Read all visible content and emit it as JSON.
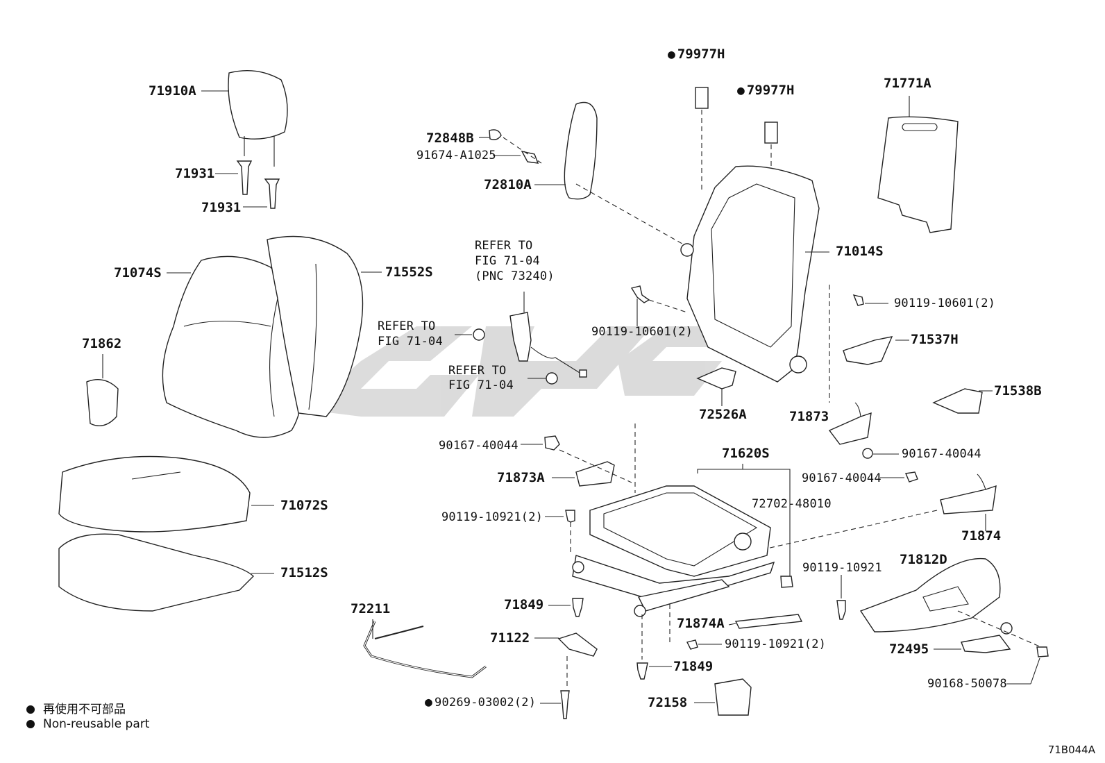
{
  "labels": {
    "l71910A": "71910A",
    "l71931a": "71931",
    "l71931b": "71931",
    "l71074S": "71074S",
    "l71552S": "71552S",
    "l71862": "71862",
    "l71072S": "71072S",
    "l71512S": "71512S",
    "l72848B": "72848B",
    "l91674": "91674-A1025",
    "l72810A": "72810A",
    "l79977Ha": "79977H",
    "l79977Hb": "79977H",
    "l71771A": "71771A",
    "l71014S": "71014S",
    "l90119_10601_r": "90119-10601(2)",
    "l90119_10601_c": "90119-10601(2)",
    "l71537H": "71537H",
    "l71538B": "71538B",
    "l72526A": "72526A",
    "l71873": "71873",
    "l90167_r": "90167-40044",
    "l90167_l": "90167-40044",
    "l90167_m": "90167-40044",
    "l71620S": "71620S",
    "l72702": "72702-48010",
    "l71873A": "71873A",
    "l90119_10921_2": "90119-10921(2)",
    "l71874": "71874",
    "l90119_10921": "90119-10921",
    "l71812D": "71812D",
    "l71849a": "71849",
    "l71874A": "71874A",
    "l90119_10921_b": "90119-10921(2)",
    "l72495": "72495",
    "l90168": "90168-50078",
    "l72211": "72211",
    "l71122": "71122",
    "l71849b": "71849",
    "l72158": "72158",
    "l90269": "90269-03002(2)"
  },
  "refers": {
    "r1_line1": "REFER TO",
    "r1_line2": "FIG 71-04",
    "r1_line3": "(PNC 73240)",
    "r2_line1": "REFER TO",
    "r2_line2": "FIG 71-04",
    "r3_line1": "REFER TO",
    "r3_line2": "FIG 71-04"
  },
  "legend": {
    "jp": "再使用不可部品",
    "en": "Non-reusable part"
  },
  "diagram_code": "71B044A"
}
